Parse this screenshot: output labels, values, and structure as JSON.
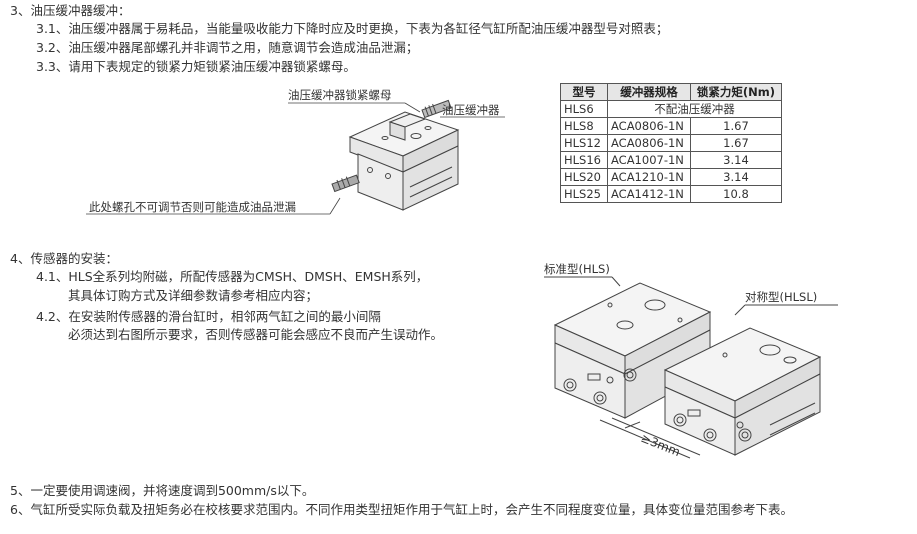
{
  "section3": {
    "heading": "3、油压缓冲器缓冲：",
    "item1": "3.1、油压缓冲器属于易耗品，当能量吸收能力下降时应及时更换，下表为各缸径气缸所配油压缓冲器型号对照表；",
    "item2": "3.2、油压缓冲器尾部螺孔并非调节之用，随意调节会造成油品泄漏；",
    "item3": "3.3、请用下表规定的锁紧力矩锁紧油压缓冲器锁紧螺母。"
  },
  "callouts": {
    "lock_nut": "油压缓冲器锁紧螺母",
    "buffer": "油压缓冲器",
    "screw_hole": "此处螺孔不可调节否则可能造成油品泄漏"
  },
  "table": {
    "headers": [
      "型号",
      "缓冲器规格",
      "锁紧力矩(Nm)"
    ],
    "rows": [
      {
        "model": "HLS6",
        "spec": "不配油压缓冲器",
        "torque": ""
      },
      {
        "model": "HLS8",
        "spec": "ACA0806-1N",
        "torque": "1.67"
      },
      {
        "model": "HLS12",
        "spec": "ACA0806-1N",
        "torque": "1.67"
      },
      {
        "model": "HLS16",
        "spec": "ACA1007-1N",
        "torque": "3.14"
      },
      {
        "model": "HLS20",
        "spec": "ACA1210-1N",
        "torque": "3.14"
      },
      {
        "model": "HLS25",
        "spec": "ACA1412-1N",
        "torque": "10.8"
      }
    ]
  },
  "section4": {
    "heading": "4、传感器的安装：",
    "item1_a": "4.1、HLS全系列均附磁，所配传感器为CMSH、DMSH、EMSH系列，",
    "item1_b": "其具体订购方式及详细参数请参考相应内容；",
    "item2_a": "4.2、在安装附传感器的滑台缸时，相邻两气缸之间的最小间隔",
    "item2_b": "必须达到右图所示要求，否则传感器可能会感应不良而产生误动作。"
  },
  "figure2": {
    "standard_label": "标准型(HLS)",
    "symmetric_label": "对称型(HLSL)",
    "spacing_label": "≥3mm"
  },
  "section5": {
    "text": "5、一定要使用调速阀，并将速度调到500mm/s以下。"
  },
  "section6": {
    "text": "6、气缸所受实际负载及扭矩务必在校核要求范围内。不同作用类型扭矩作用于气缸上时，会产生不同程度变位量，具体变位量范围参考下表。"
  },
  "colors": {
    "text": "#333333",
    "table_header_bg": "#e6e6e6",
    "line": "#444444"
  }
}
